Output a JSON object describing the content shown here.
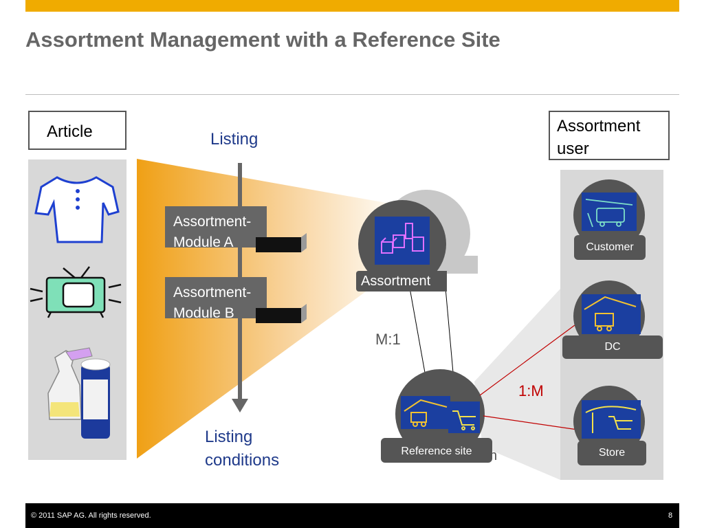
{
  "slide": {
    "title": "Assortment Management with a Reference Site",
    "page_number": "8",
    "copyright": "© 2011 SAP AG. All rights reserved."
  },
  "diagram": {
    "article_box": "Article",
    "assortment_user_box": [
      "Assortment",
      "user"
    ],
    "listing_label": "Listing",
    "listing_conditions_label": [
      "Listing",
      "conditions"
    ],
    "modules": [
      "Assortment-Module A",
      "Assortment-Module B"
    ],
    "module_lines": [
      [
        "Assortment-",
        "Module A"
      ],
      [
        "Assortment-",
        "Module B"
      ]
    ],
    "assortment_label": "Assortment",
    "relation_m1": "M:1",
    "relation_1m": "1:M",
    "reference_site_label": "Reference site",
    "reference_tail": "n",
    "user_nodes": [
      "Customer",
      "DC",
      "Store"
    ]
  },
  "colors": {
    "accent": "#f0ab00",
    "title_gray": "#666666",
    "label_blue": "#1f3a8a",
    "relation_red": "#c00000",
    "node_fill": "#123a9a"
  },
  "icons": [
    "t-shirt-icon",
    "television-icon",
    "cleaning-spray-icon",
    "packages-icon",
    "warehouse-truck-icon",
    "shopping-cart-icon",
    "van-icon",
    "store-icon"
  ]
}
